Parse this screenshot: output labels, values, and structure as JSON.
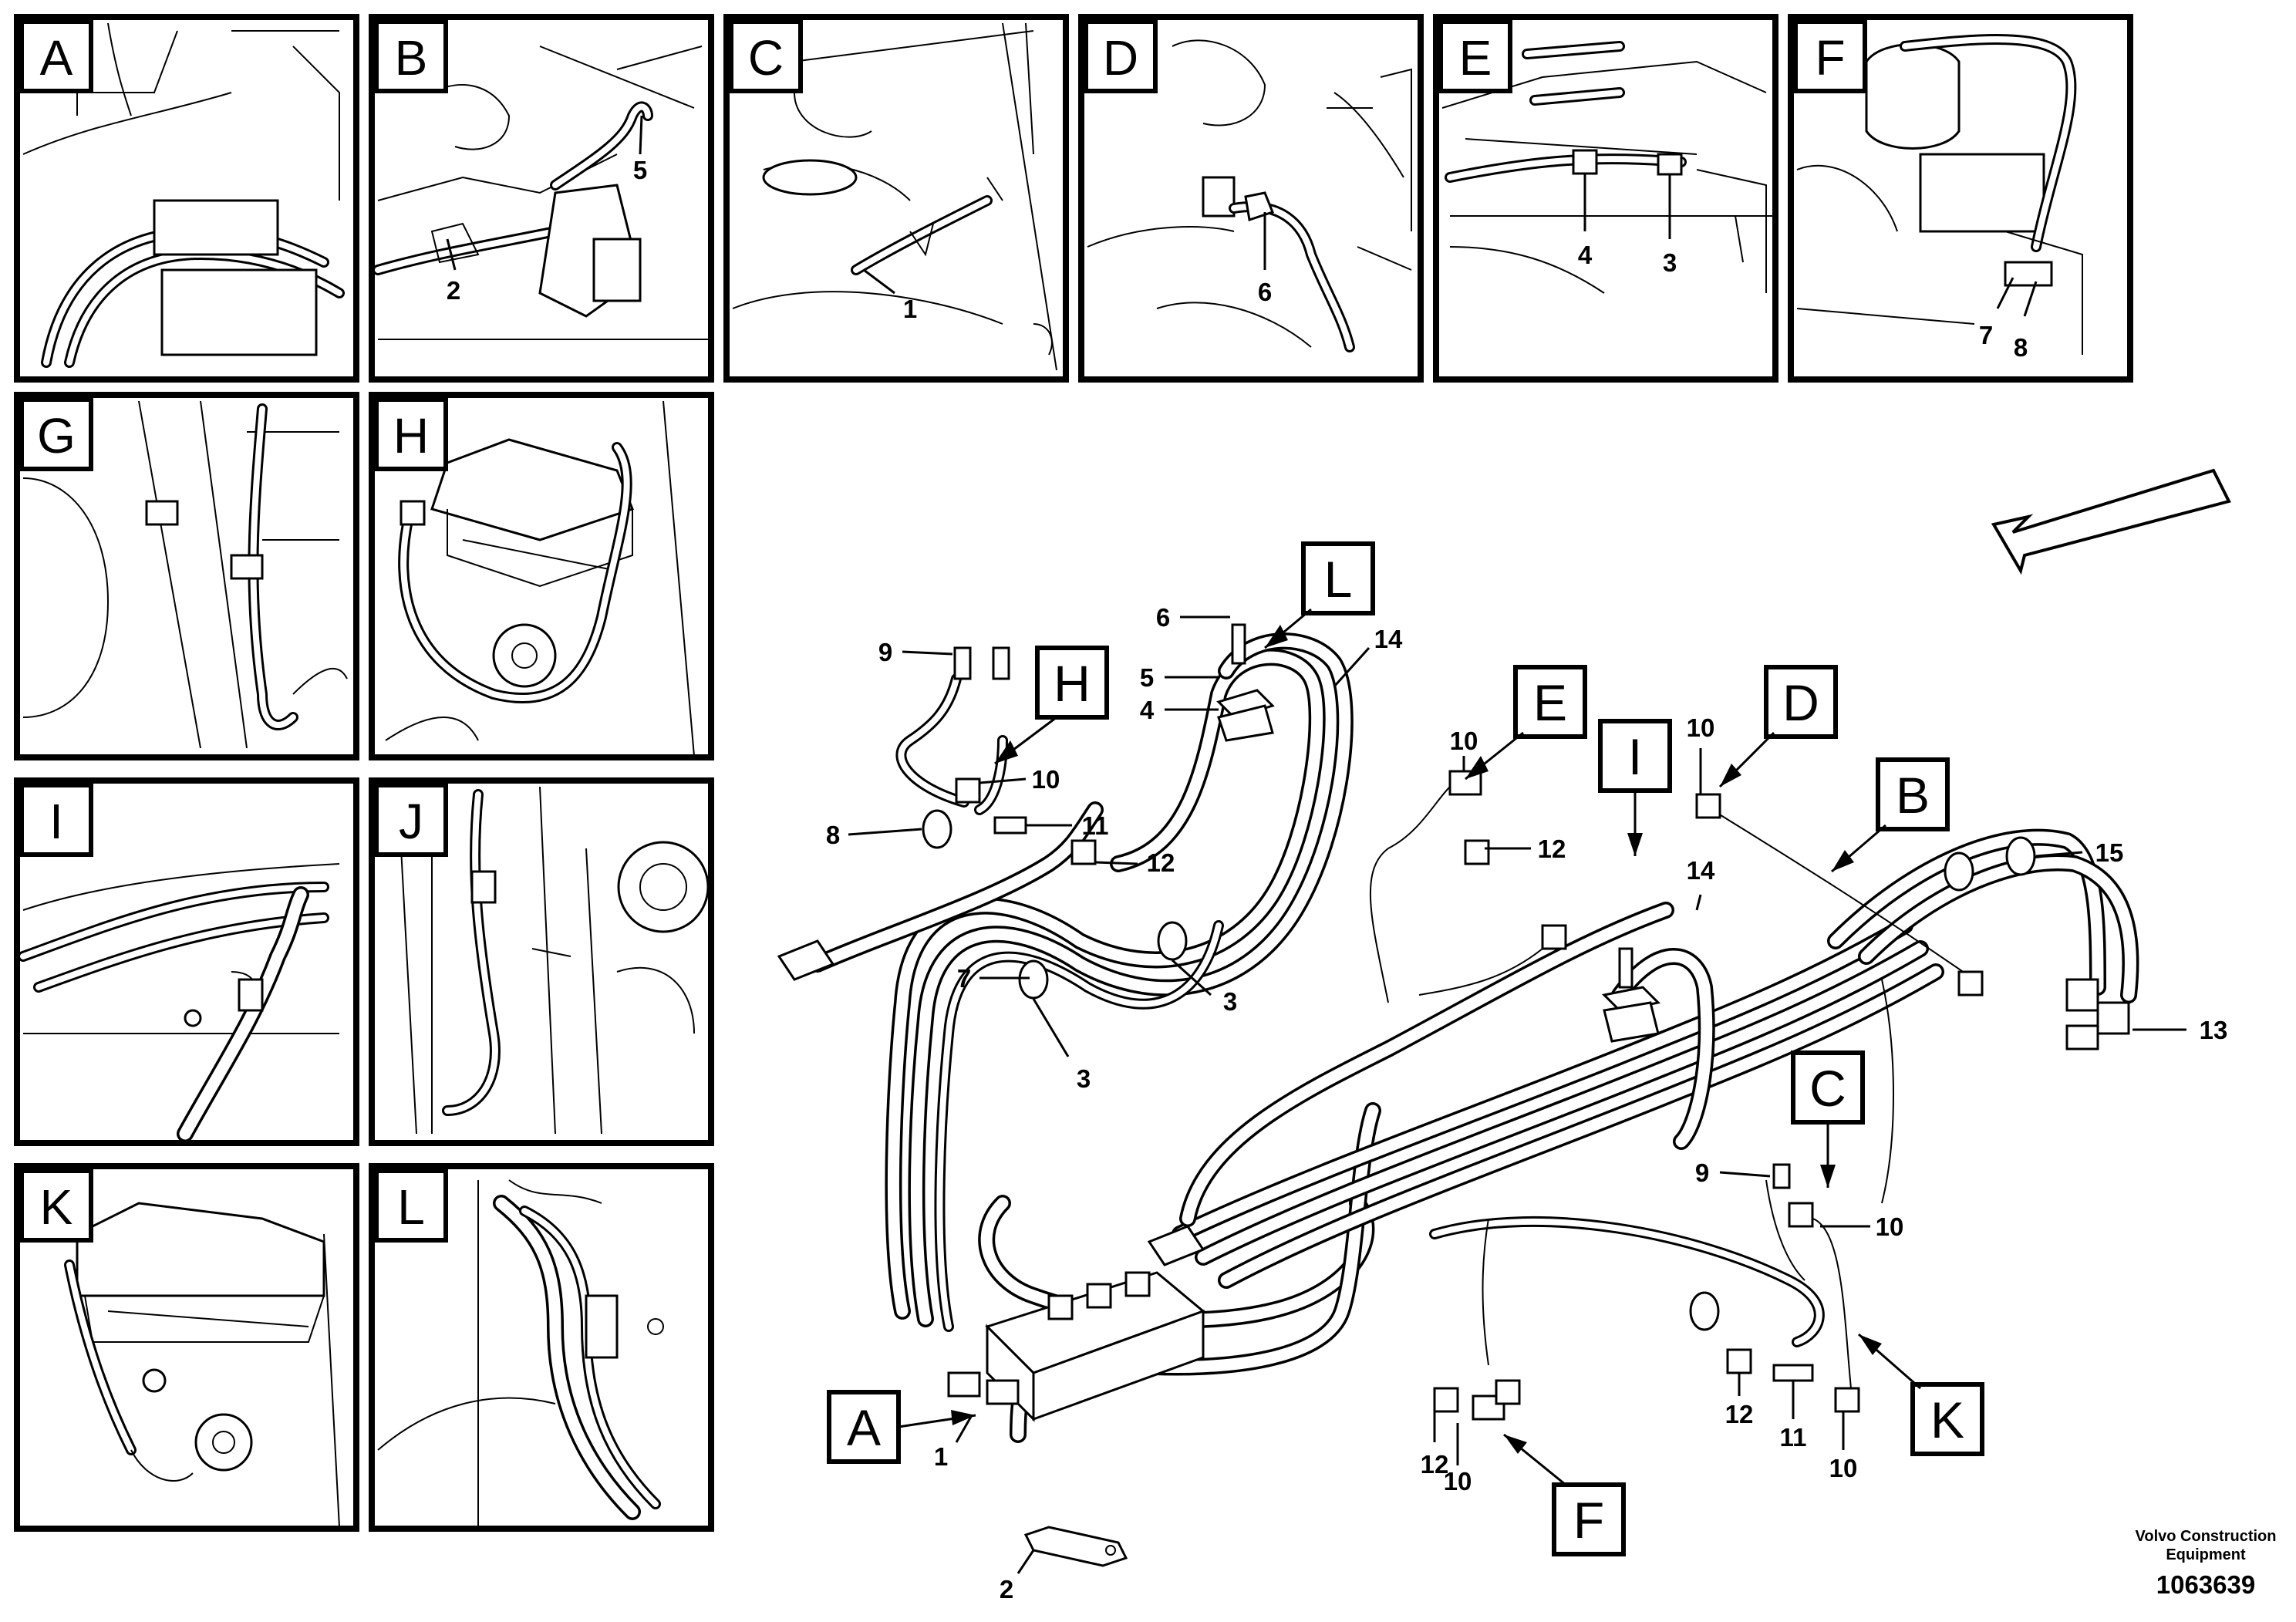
{
  "detail_panels": [
    {
      "letter": "A",
      "callouts": []
    },
    {
      "letter": "B",
      "callouts": [
        "5",
        "2"
      ]
    },
    {
      "letter": "C",
      "callouts": [
        "1"
      ]
    },
    {
      "letter": "D",
      "callouts": [
        "6"
      ]
    },
    {
      "letter": "E",
      "callouts": [
        "4",
        "3"
      ]
    },
    {
      "letter": "F",
      "callouts": [
        "7",
        "8"
      ]
    },
    {
      "letter": "G",
      "callouts": []
    },
    {
      "letter": "H",
      "callouts": []
    },
    {
      "letter": "I",
      "callouts": []
    },
    {
      "letter": "J",
      "callouts": []
    },
    {
      "letter": "K",
      "callouts": []
    },
    {
      "letter": "L",
      "callouts": []
    }
  ],
  "main_view_letters": [
    "L",
    "H",
    "E",
    "I",
    "D",
    "B",
    "C",
    "A",
    "F",
    "K"
  ],
  "part_numbers": [
    "1",
    "2",
    "3",
    "3",
    "4",
    "5",
    "6",
    "7",
    "8",
    "9",
    "9",
    "10",
    "10",
    "10",
    "10",
    "10",
    "10",
    "11",
    "11",
    "12",
    "12",
    "12",
    "12",
    "13",
    "14",
    "14",
    "15"
  ],
  "footer": {
    "company_line1": "Volvo Construction",
    "company_line2": "Equipment",
    "drawing_number": "1063639"
  }
}
